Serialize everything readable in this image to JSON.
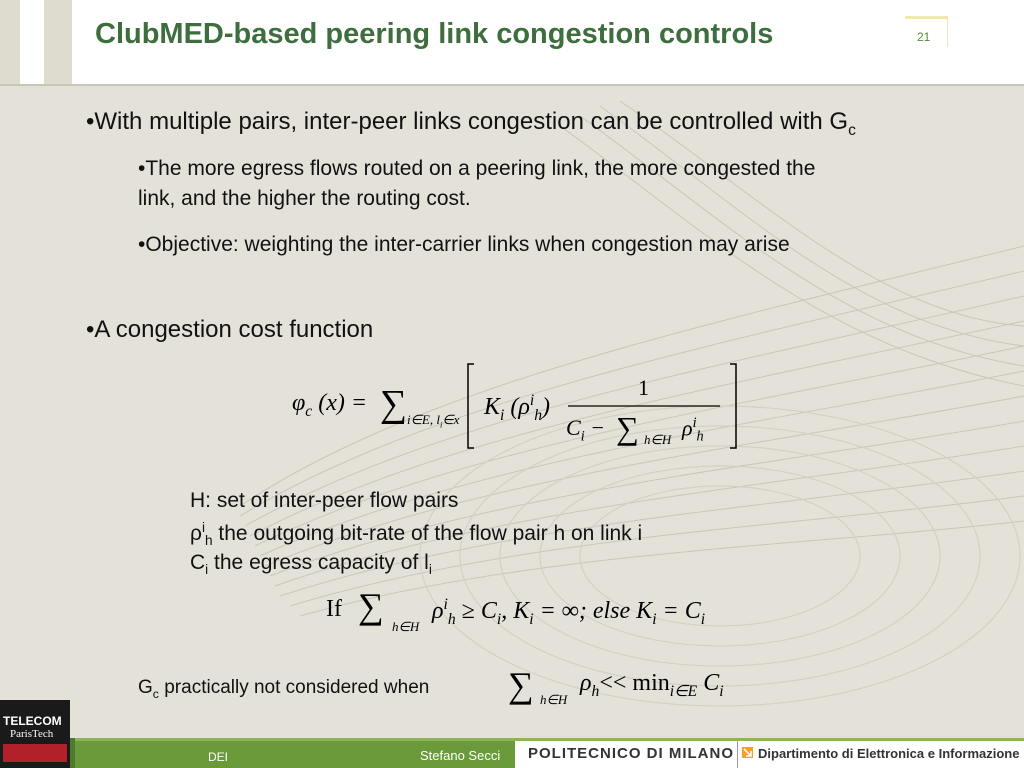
{
  "header": {
    "title": "ClubMED-based peering link congestion controls",
    "slide_number": "21"
  },
  "bullets": [
    {
      "pre": "•With multiple pairs, inter-peer links congestion can be controlled with G",
      "sub": "c"
    },
    {
      "text": "•The more egress flows routed on a peering link, the more congested the"
    },
    {
      "text": "link, and the higher the routing cost."
    },
    {
      "text": "•Objective: weighting the inter-carrier links when congestion may arise"
    },
    {
      "text": "•A congestion cost function"
    }
  ],
  "definitions": {
    "h": "H: set of inter-peer flow pairs",
    "rho_sym": "ρ",
    "rho_sup": "i",
    "rho_sub": "h",
    "rho_rest": " the outgoing bit-rate of the flow pair h on link i",
    "c_sym": "C",
    "c_sub": "i",
    "c_rest": " the egress capacity of l",
    "c_end_sub": "i"
  },
  "note": {
    "pre": "G",
    "sub": "c",
    "post": " practically not considered when"
  },
  "formulas": {
    "main_lhs": "φ",
    "main_lhs_sub": "c",
    "main_lhs_arg": "(x) =",
    "sum_sym": "∑",
    "main_sum_sub": "i∈E, l",
    "main_sum_sub2": "i",
    "main_sum_sub3": "∈x",
    "k": "K",
    "k_sub": "i",
    "k_arg": "(ρ",
    "k_arg_sup": "i",
    "k_arg_sub": "h",
    "k_arg_close": ")",
    "numerator": "1",
    "den_c": "C",
    "den_c_sub": "i",
    "den_minus": "−",
    "den_sum_sub": "h∈H",
    "den_rho": "ρ",
    "den_rho_sup": "i",
    "den_rho_sub": "h",
    "cond_if": "If",
    "cond_sum_sub": "h∈H",
    "cond_rho": "ρ",
    "cond_rho_sup": "i",
    "cond_rho_sub": "h",
    "cond_ge": "≥ C",
    "cond_ge_sub": "i",
    "cond_k": ",   K",
    "cond_k_sub": "i",
    "cond_inf": " = ∞;   else  K",
    "cond_else_sub": "i",
    "cond_end": " = C",
    "cond_end_sub": "i",
    "note_sum_sub": "h∈H",
    "note_rho": "ρ",
    "note_rho_sub": "h",
    "note_min": "<< min",
    "note_min_sub": "i∈E",
    "note_c": " C",
    "note_c_sub": "i"
  },
  "footer": {
    "dept_short": "DEI",
    "author": "Stefano Secci",
    "university": "POLITECNICO DI MILANO",
    "department": "Dipartimento di Elettronica e Informazione"
  },
  "logo": {
    "line1": "TELECOM",
    "line2": "ParisTech"
  },
  "colors": {
    "title_green": "#3e6d3e",
    "footer_green": "#6a9a3a",
    "background": "#e4e2d8"
  }
}
